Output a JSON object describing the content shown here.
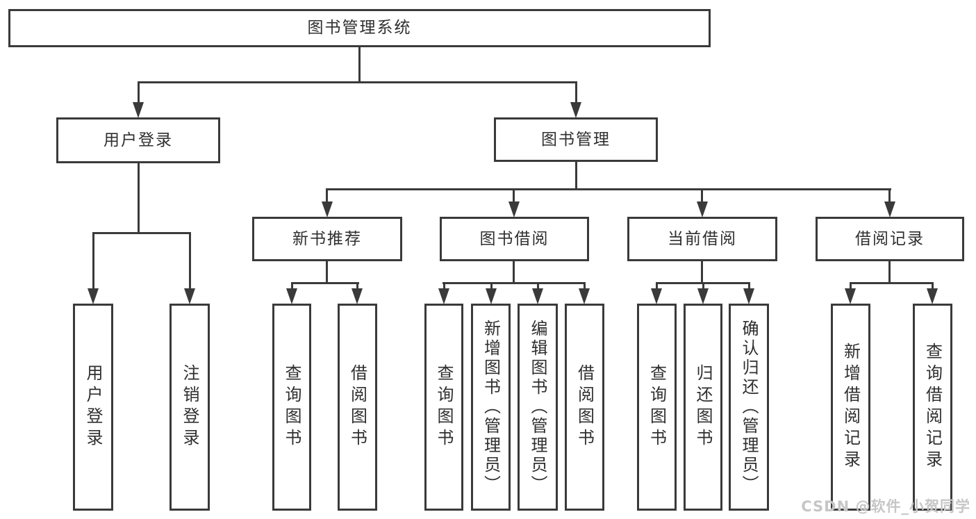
{
  "root": {
    "label": "图书管理系统"
  },
  "level2": [
    {
      "label": "用户登录"
    },
    {
      "label": "图书管理"
    }
  ],
  "level3": [
    {
      "label": "新书推荐"
    },
    {
      "label": "图书借阅"
    },
    {
      "label": "当前借阅"
    },
    {
      "label": "借阅记录"
    }
  ],
  "leaves": {
    "user_login": [
      "用户登录",
      "注销登录"
    ],
    "new_book": [
      "查询图书",
      "借阅图书"
    ],
    "book_borrow": [
      "查询图书",
      "新增图书（管理员）",
      "编辑图书（管理员）",
      "借阅图书"
    ],
    "current_borrow": [
      "查询图书",
      "归还图书",
      "确认归还（管理员）"
    ],
    "borrow_record": [
      "新增借阅记录",
      "查询借阅记录"
    ]
  },
  "watermark": {
    "text": "CSDN @软件_小贺同学"
  },
  "colors": {
    "line": "#3a3a3a",
    "text": "#2f2f2f",
    "watermark": "#c6c6c6",
    "background": "#ffffff"
  }
}
